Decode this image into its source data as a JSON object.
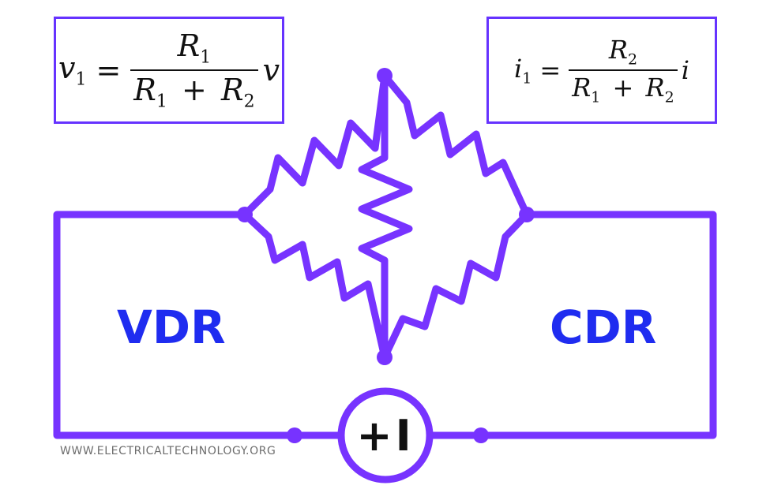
{
  "formula_vdr": {
    "lhs_var": "v",
    "lhs_sub": "1",
    "equals": "=",
    "num_var": "R",
    "num_sub": "1",
    "den_var1": "R",
    "den_sub1": "1",
    "den_plus": "+",
    "den_var2": "R",
    "den_sub2": "2",
    "rhs_var": "v"
  },
  "formula_cdr": {
    "lhs_var": "i",
    "lhs_sub": "1",
    "equals": "=",
    "num_var": "R",
    "num_sub": "2",
    "den_var1": "R",
    "den_sub1": "1",
    "den_plus": "+",
    "den_var2": "R",
    "den_sub2": "2",
    "rhs_var": "i"
  },
  "labels": {
    "vdr": "VDR",
    "cdr": "CDR",
    "source_symbol": "+I"
  },
  "watermark": "WWW.ELECTRICALTECHNOLOGY.ORG",
  "colors": {
    "wire": "#7733ff",
    "label": "#1f2cf0",
    "source_symbol": "#111111",
    "watermark": "#6d6d6d"
  }
}
